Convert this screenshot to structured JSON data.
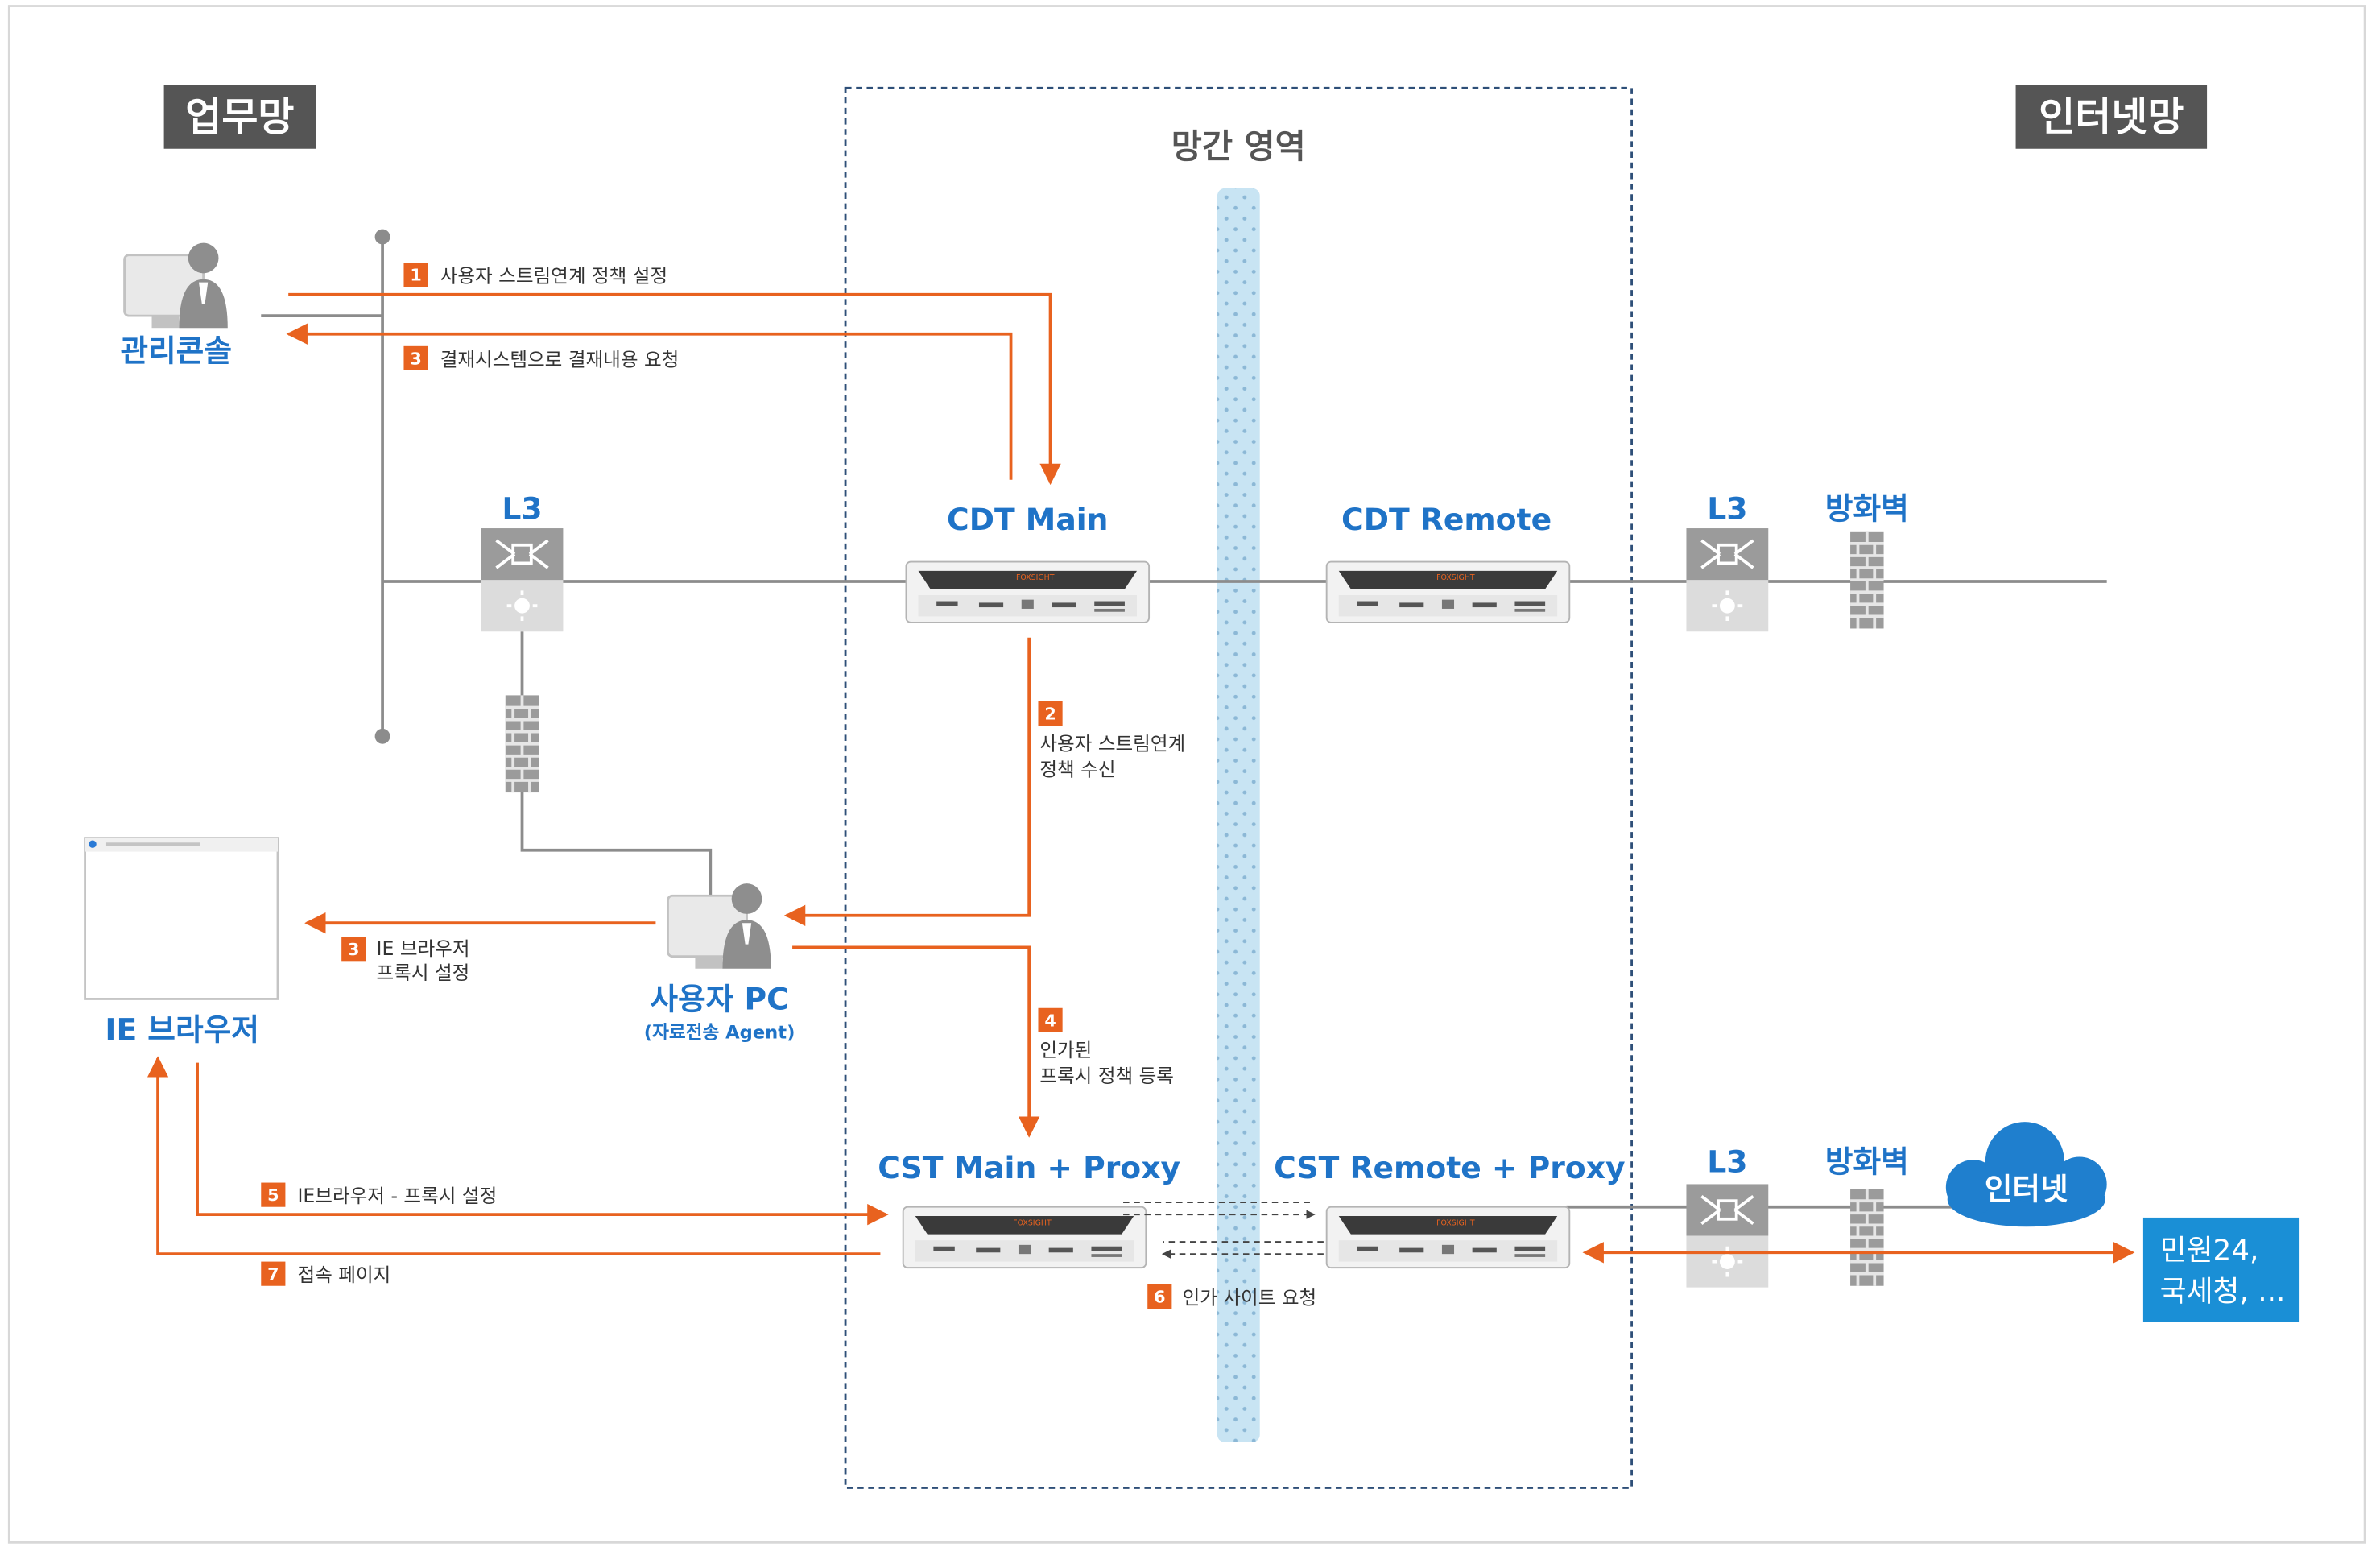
{
  "zones": {
    "left_tag": "업무망",
    "right_tag": "인터넷망",
    "middle_title": "망간 영역"
  },
  "devices": {
    "l3_left": "L3",
    "cdt_main": "CDT Main",
    "cdt_remote": "CDT Remote",
    "l3_right_top": "L3",
    "firewall_top": "방화벽",
    "cst_main": "CST Main + Proxy",
    "cst_remote": "CST Remote + Proxy",
    "l3_right_bottom": "L3",
    "firewall_bottom": "방화벽",
    "server_brand": "FOXSIGHT"
  },
  "nodes": {
    "admin_console": "관리콘솔",
    "user_pc": "사용자 PC",
    "user_pc_sub": "(자료전송 Agent)",
    "ie_browser": "IE 브라우저",
    "internet": "인터넷",
    "destination_line1": "민원24,",
    "destination_line2": "국세청, ..."
  },
  "steps": [
    {
      "num": "1",
      "lines": [
        "사용자 스트림연계 정책 설정"
      ]
    },
    {
      "num": "3",
      "lines": [
        "결재시스템으로 결재내용 요청"
      ]
    },
    {
      "num": "2",
      "lines": [
        "사용자 스트림연계",
        "정책 수신"
      ]
    },
    {
      "num": "3",
      "lines": [
        "IE 브라우저",
        "프록시 설정"
      ]
    },
    {
      "num": "4",
      "lines": [
        "인가된",
        "프록시 정책 등록"
      ]
    },
    {
      "num": "5",
      "lines": [
        "IE브라우저 - 프록시 설정"
      ]
    },
    {
      "num": "7",
      "lines": [
        "접속 페이지"
      ]
    },
    {
      "num": "6",
      "lines": [
        "인가 사이트 요청"
      ]
    }
  ],
  "colors": {
    "accent_orange": "#e8621f",
    "label_blue": "#1f73c7",
    "zone_tag_bg": "#555555",
    "zone_border": "#2e4f78",
    "divider_blue": "#b9dcef",
    "destination_bg": "#1a8fd6"
  }
}
